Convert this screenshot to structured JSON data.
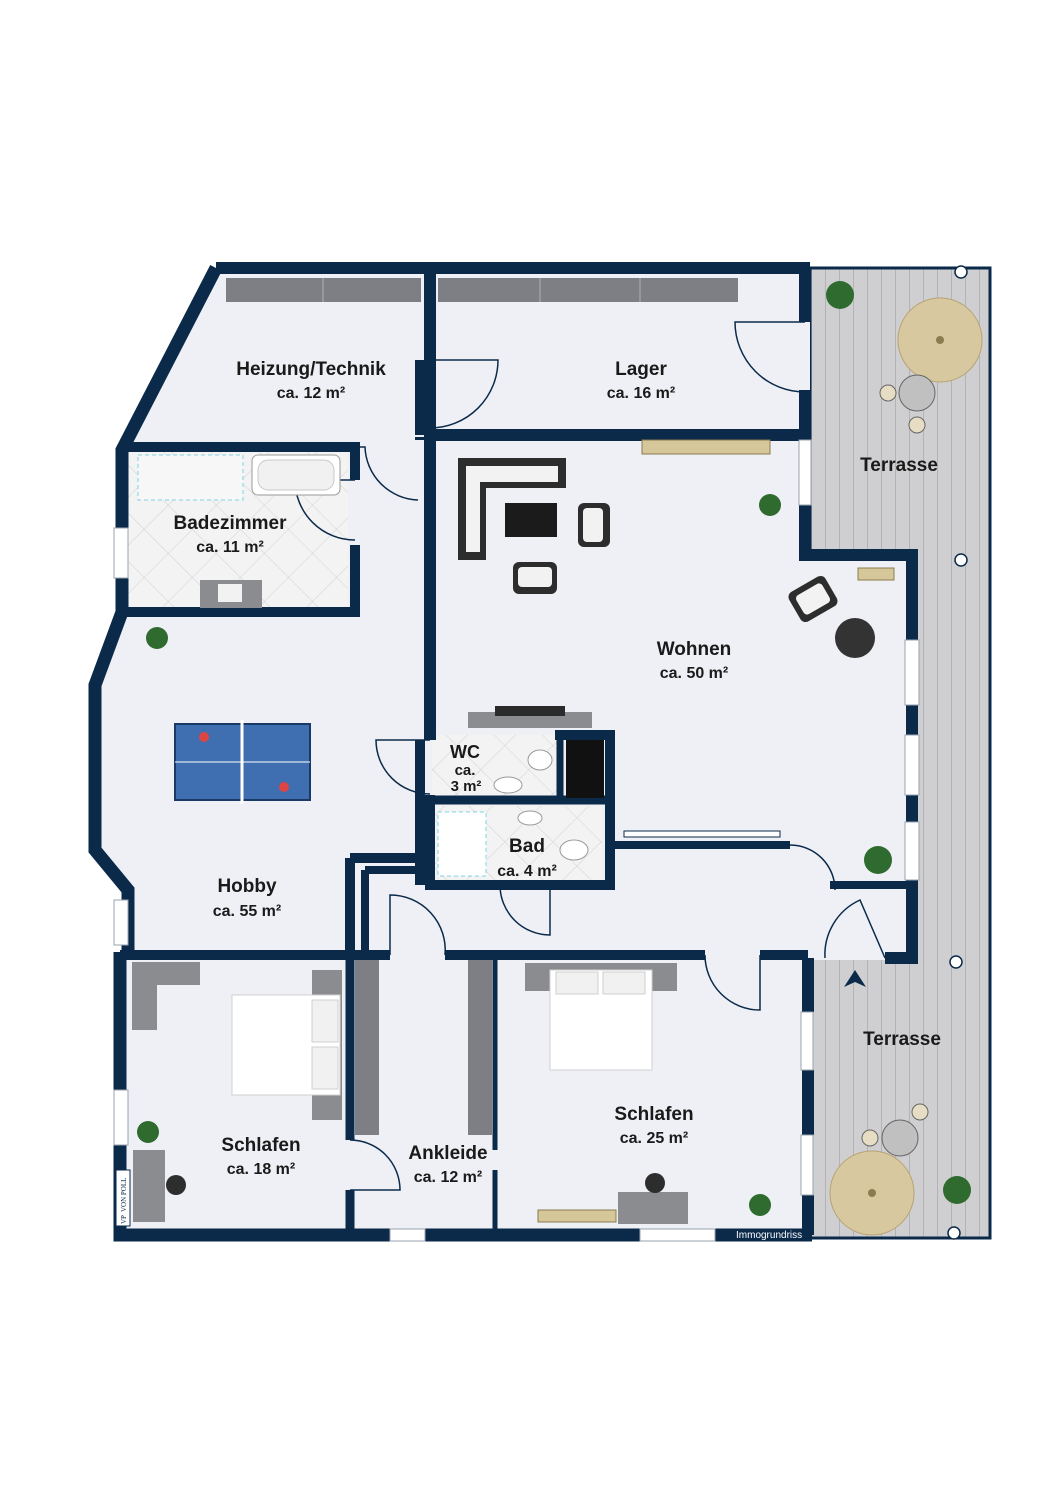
{
  "rooms": {
    "heizung": {
      "name": "Heizung/Technik",
      "area": "ca. 12 m²"
    },
    "lager": {
      "name": "Lager",
      "area": "ca. 16 m²"
    },
    "badezimmer": {
      "name": "Badezimmer",
      "area": "ca. 11 m²"
    },
    "wohnen": {
      "name": "Wohnen",
      "area": "ca. 50 m²"
    },
    "wc": {
      "name": "WC",
      "area_line1": "ca.",
      "area_line2": "3 m²"
    },
    "bad": {
      "name": "Bad",
      "area": "ca. 4 m²"
    },
    "hobby": {
      "name": "Hobby",
      "area": "ca. 55 m²"
    },
    "schlafen_left": {
      "name": "Schlafen",
      "area": "ca. 18 m²"
    },
    "ankleide": {
      "name": "Ankleide",
      "area": "ca. 12 m²"
    },
    "schlafen_right": {
      "name": "Schlafen",
      "area": "ca. 25 m²"
    },
    "terrasse_top": {
      "name": "Terrasse"
    },
    "terrasse_bottom": {
      "name": "Terrasse"
    }
  },
  "footer": {
    "credit": "Immogrundriss"
  },
  "logo": {
    "initials": "VP",
    "text": "VON POLL"
  },
  "colors": {
    "wall": "#0b2a4a",
    "floor": "#eef0f5",
    "deck": "#c9c9cb",
    "tile": "#f4f4f4"
  }
}
